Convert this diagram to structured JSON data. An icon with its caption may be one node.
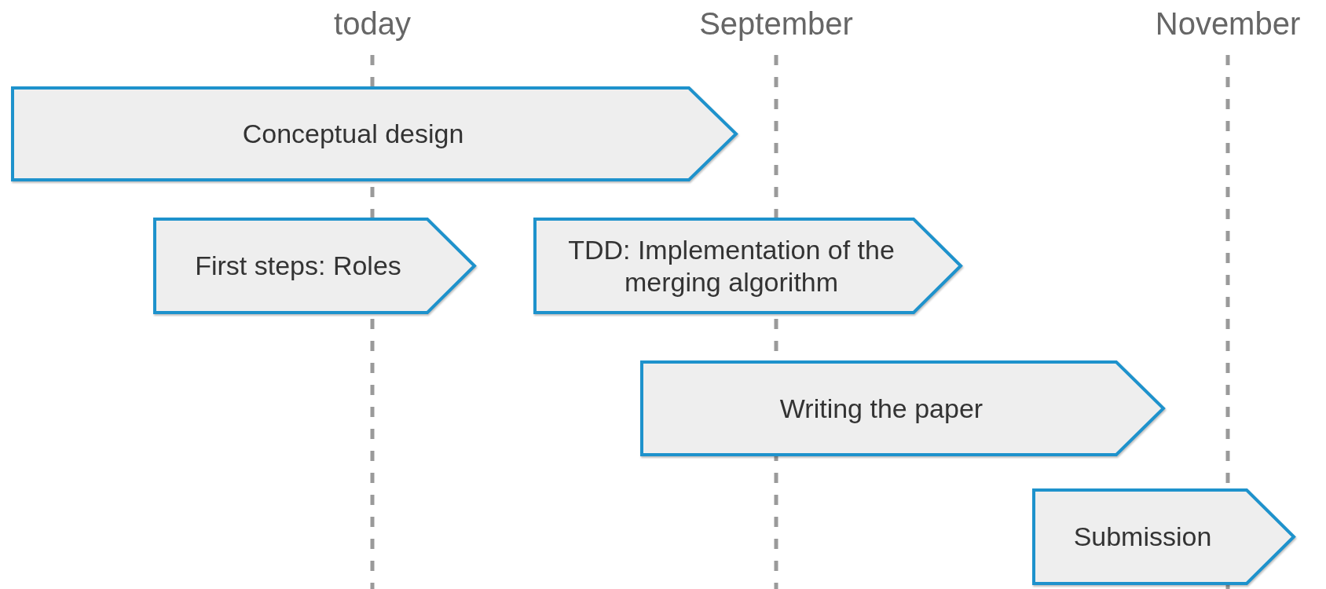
{
  "diagram": {
    "nodes": [
      {
        "text": [
          "Conceptual design"
        ]
      },
      {
        "text": [
          "First steps: Roles"
        ]
      },
      {
        "text": [
          "TDD: Implementation of the merging algorithm"
        ]
      },
      {
        "text": [
          "Writing the paper"
        ]
      },
      {
        "text": [
          "Submission"
        ]
      }
    ],
    "labels": [
      "today",
      "September",
      "November"
    ]
  }
}
